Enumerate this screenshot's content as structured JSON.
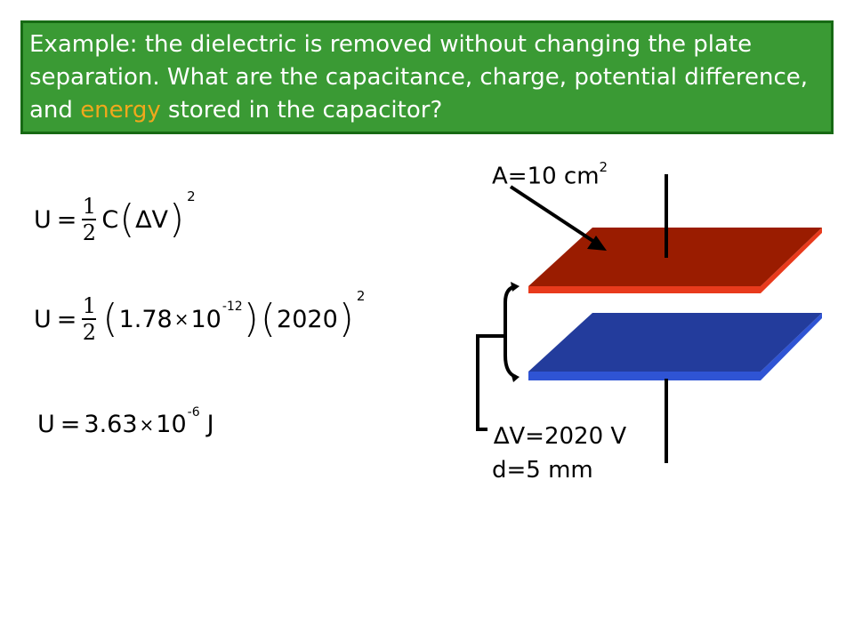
{
  "header": {
    "text_before": "Example: the dielectric is removed without changing the plate separation. What are the capacitance, charge, potential difference, and ",
    "highlight": "energy",
    "text_after": " stored in the capacitor?",
    "bg_color": "#3a9a34",
    "highlight_color": "#f0a81c"
  },
  "equations": {
    "eq1": {
      "lhs": "U",
      "eq": "=",
      "num": "1",
      "den": "2",
      "var": "C",
      "delta": "∆",
      "v": "V",
      "power": "2"
    },
    "eq2": {
      "lhs": "U",
      "eq": "=",
      "num": "1",
      "den": "2",
      "mant": "1.78",
      "times": "×",
      "base": "10",
      "exp": "-12",
      "val": "2020",
      "power": "2"
    },
    "eq3": {
      "lhs": "U",
      "eq": "=",
      "mant": "3.63",
      "times": "×",
      "base": "10",
      "exp": "-6",
      "unit": "J"
    }
  },
  "diagram": {
    "area_label": "A=10 cm",
    "area_power": "2",
    "voltage_label": "∆V=2020 V",
    "separation_label": "d=5 mm",
    "top_plate_color": "#9a1c00",
    "top_plate_edge": "#e83a1c",
    "bottom_plate_color": "#233c9c",
    "bottom_plate_edge": "#2f54d4"
  }
}
